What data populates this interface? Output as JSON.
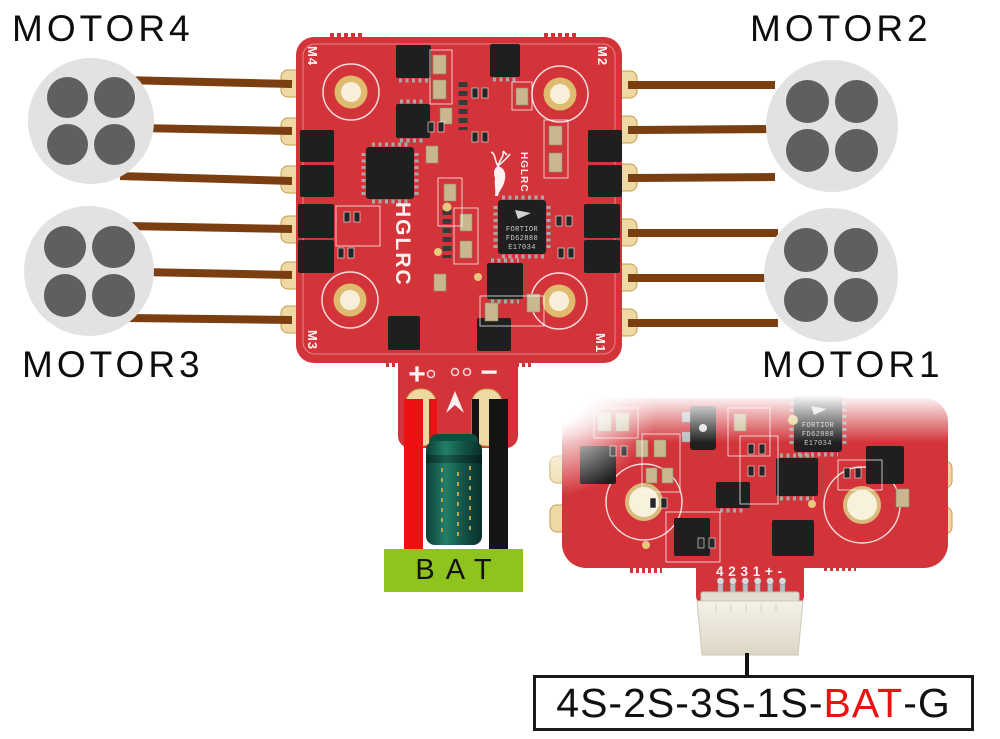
{
  "colors": {
    "pcb-red": "#d2343a",
    "pcb-dark": "#b4262d",
    "gold": "#debb6e",
    "gold-light": "#eed9a4",
    "gold-stroke": "#c49b4a",
    "wire-brown": "#7a3e10",
    "motor-gray": "#e2e2e2",
    "dot-gray": "#5f5f5f",
    "bat-green": "#8fc31e",
    "accent-red": "#ee1111",
    "cap-teal": "#15594c",
    "chip-black": "#1f1f1f",
    "tan": "#c9b88f"
  },
  "motors": {
    "m4": "MOTOR4",
    "m2": "MOTOR2",
    "m3": "MOTOR3",
    "m1": "MOTOR1"
  },
  "board": {
    "corner_m4": "M4",
    "corner_m2": "M2",
    "corner_m3": "M3",
    "corner_m1": "M1",
    "brand": "HGLRC",
    "chip": {
      "line1": "FORTIOR",
      "line2": "FD62880",
      "line3": "E17034"
    },
    "pad_plus": "+",
    "pad_minus": "−"
  },
  "battery": {
    "label": "BAT"
  },
  "inset": {
    "pin_silkscreen": "4 2 3 1 + -"
  },
  "pinout": {
    "left": "4S-2S-3S-1S-",
    "bat": "BAT",
    "right": "-G"
  }
}
